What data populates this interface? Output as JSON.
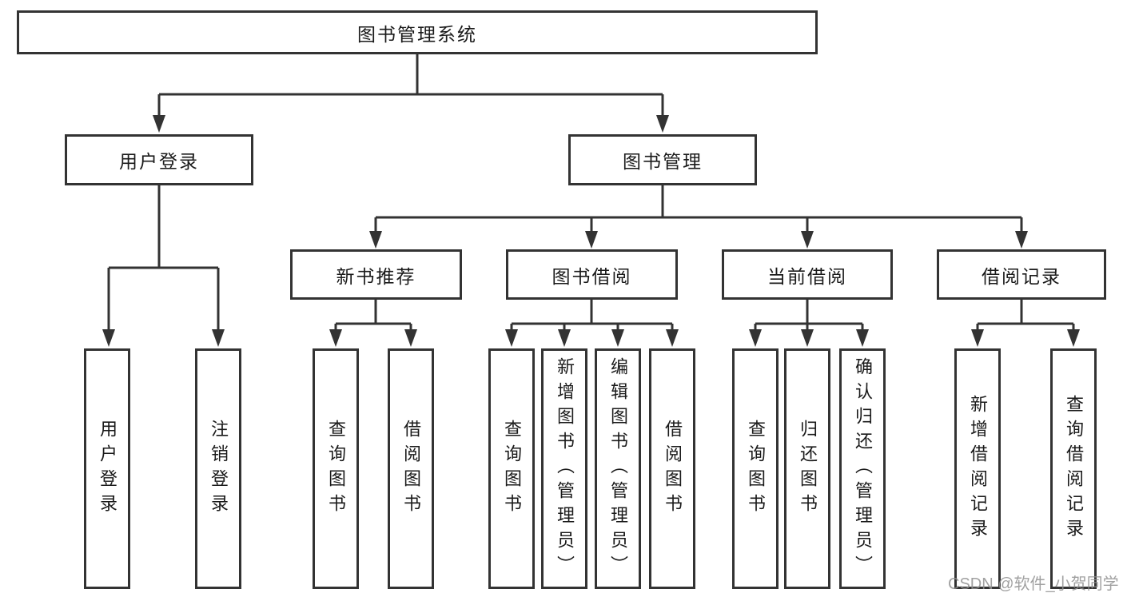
{
  "tree": {
    "label": "图书管理系统",
    "children": [
      {
        "label": "用户登录",
        "children": [
          {
            "label": "用户登录"
          },
          {
            "label": "注销登录"
          }
        ]
      },
      {
        "label": "图书管理",
        "children": [
          {
            "label": "新书推荐",
            "children": [
              {
                "label": "查询图书"
              },
              {
                "label": "借阅图书"
              }
            ]
          },
          {
            "label": "图书借阅",
            "children": [
              {
                "label": "查询图书"
              },
              {
                "label": "新增图书（管理员）"
              },
              {
                "label": "编辑图书（管理员）"
              },
              {
                "label": "借阅图书"
              }
            ]
          },
          {
            "label": "当前借阅",
            "children": [
              {
                "label": "查询图书"
              },
              {
                "label": "归还图书"
              },
              {
                "label": "确认归还（管理员）"
              }
            ]
          },
          {
            "label": "借阅记录",
            "children": [
              {
                "label": "新增借阅记录"
              },
              {
                "label": "查询借阅记录"
              }
            ]
          }
        ]
      }
    ]
  },
  "watermark": "CSDN @软件_小贺同学",
  "colors": {
    "line": "#333333",
    "text": "#1a1a1a",
    "watermark": "#919191",
    "background": "#ffffff"
  }
}
